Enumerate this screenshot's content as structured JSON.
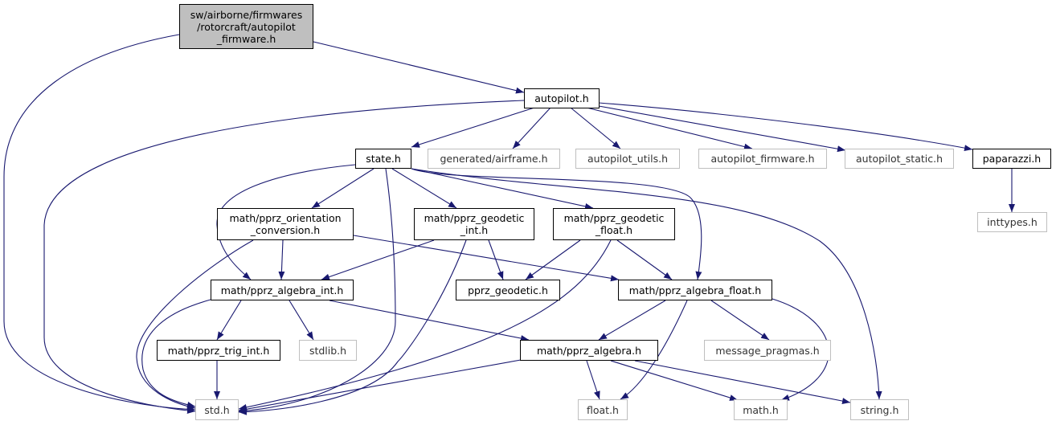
{
  "colors": {
    "edge": "#191970",
    "root_fill": "#bfbfbf",
    "external_border": "#bfbfbf"
  },
  "nodes": {
    "root": "sw/airborne/firmwares\n/rotorcraft/autopilot\n_firmware.h",
    "autopilot": "autopilot.h",
    "state": "state.h",
    "generated_airframe": "generated/airframe.h",
    "autopilot_utils": "autopilot_utils.h",
    "autopilot_firmware": "autopilot_firmware.h",
    "autopilot_static": "autopilot_static.h",
    "paparazzi": "paparazzi.h",
    "inttypes": "inttypes.h",
    "orientation_conversion": "math/pprz_orientation\n_conversion.h",
    "geodetic_int": "math/pprz_geodetic\n_int.h",
    "geodetic_float": "math/pprz_geodetic\n_float.h",
    "algebra_int": "math/pprz_algebra_int.h",
    "pprz_geodetic": "pprz_geodetic.h",
    "algebra_float": "math/pprz_algebra_float.h",
    "trig_int": "math/pprz_trig_int.h",
    "stdlib": "stdlib.h",
    "algebra": "math/pprz_algebra.h",
    "message_pragmas": "message_pragmas.h",
    "std": "std.h",
    "float": "float.h",
    "math": "math.h",
    "string": "string.h"
  },
  "edges": [
    [
      "root",
      "autopilot"
    ],
    [
      "root",
      "std"
    ],
    [
      "autopilot",
      "std"
    ],
    [
      "autopilot",
      "state"
    ],
    [
      "autopilot",
      "generated_airframe"
    ],
    [
      "autopilot",
      "autopilot_utils"
    ],
    [
      "autopilot",
      "autopilot_firmware"
    ],
    [
      "autopilot",
      "autopilot_static"
    ],
    [
      "autopilot",
      "paparazzi"
    ],
    [
      "paparazzi",
      "inttypes"
    ],
    [
      "state",
      "orientation_conversion"
    ],
    [
      "state",
      "algebra_int"
    ],
    [
      "state",
      "std"
    ],
    [
      "state",
      "geodetic_int"
    ],
    [
      "state",
      "geodetic_float"
    ],
    [
      "state",
      "algebra_float"
    ],
    [
      "state",
      "string"
    ],
    [
      "orientation_conversion",
      "algebra_int"
    ],
    [
      "orientation_conversion",
      "std"
    ],
    [
      "orientation_conversion",
      "algebra_float"
    ],
    [
      "geodetic_int",
      "algebra_int"
    ],
    [
      "geodetic_int",
      "pprz_geodetic"
    ],
    [
      "geodetic_int",
      "std"
    ],
    [
      "geodetic_float",
      "pprz_geodetic"
    ],
    [
      "geodetic_float",
      "algebra_float"
    ],
    [
      "geodetic_float",
      "std"
    ],
    [
      "algebra_int",
      "std"
    ],
    [
      "algebra_int",
      "trig_int"
    ],
    [
      "algebra_int",
      "stdlib"
    ],
    [
      "algebra_int",
      "algebra"
    ],
    [
      "trig_int",
      "std"
    ],
    [
      "algebra_float",
      "algebra"
    ],
    [
      "algebra_float",
      "float"
    ],
    [
      "algebra_float",
      "message_pragmas"
    ],
    [
      "algebra_float",
      "math"
    ],
    [
      "algebra",
      "std"
    ],
    [
      "algebra",
      "float"
    ],
    [
      "algebra",
      "math"
    ],
    [
      "algebra",
      "string"
    ]
  ]
}
